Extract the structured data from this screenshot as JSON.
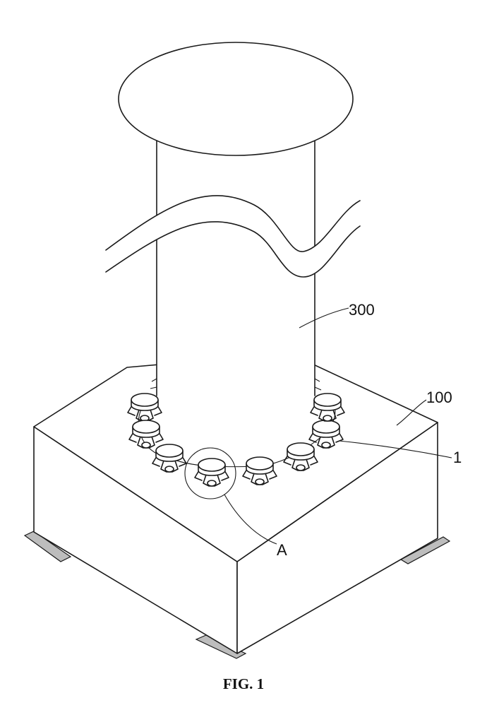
{
  "figure": {
    "caption": "FIG. 1",
    "labels": {
      "column": "300",
      "base": "100",
      "unit": "1",
      "detail": "A"
    }
  }
}
